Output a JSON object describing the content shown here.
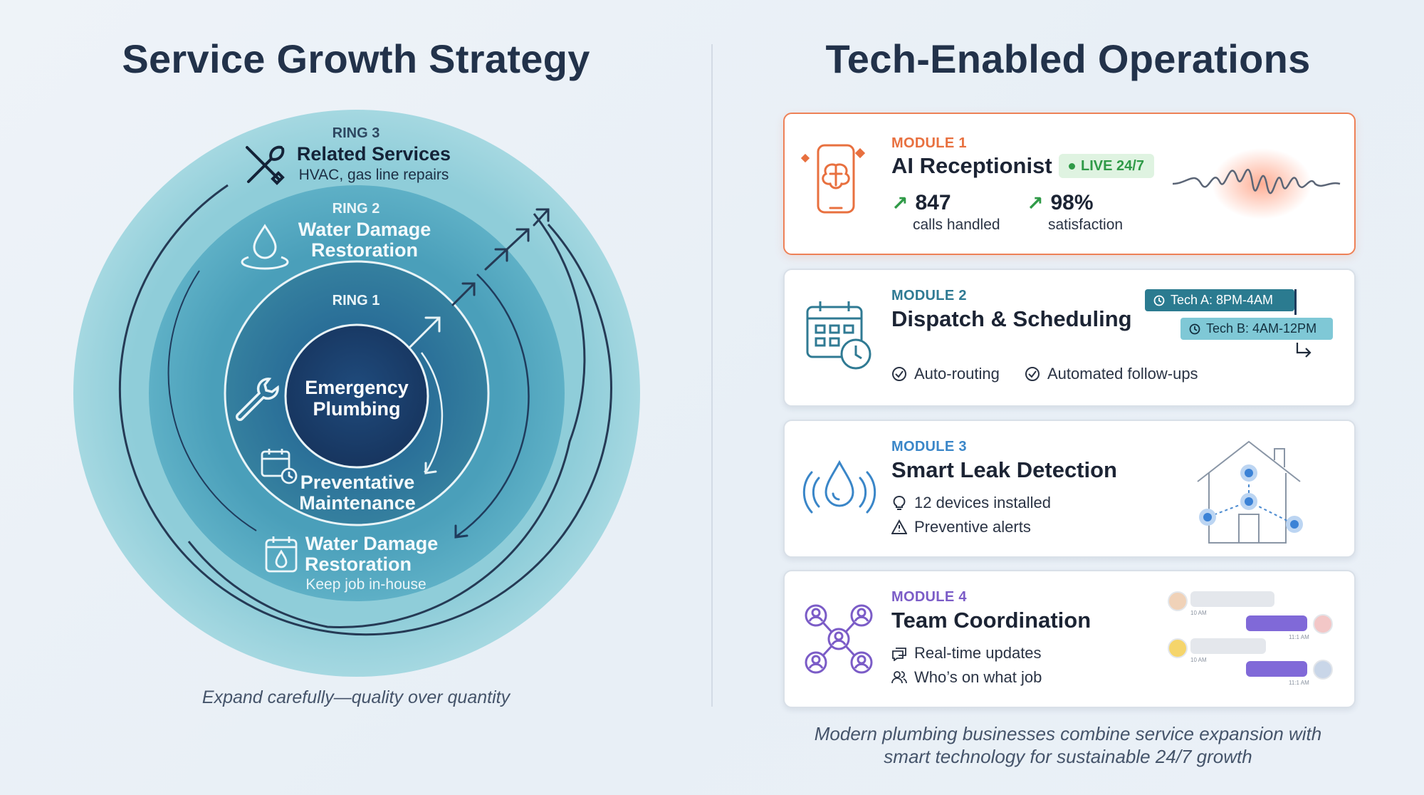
{
  "left": {
    "title": "Service Growth Strategy",
    "caption": "Expand carefully—quality over quantity",
    "rings": {
      "ring3": {
        "tag": "RING 3",
        "title": "Related Services",
        "subtitle": "HVAC, gas line repairs",
        "icon": "tools-icon"
      },
      "ring2": {
        "tag": "RING 2",
        "title_line1": "Water Damage",
        "title_line2": "Restoration",
        "icon": "water-drop-icon"
      },
      "ring1": {
        "tag": "RING 1"
      },
      "core": {
        "line1": "Emergency",
        "line2": "Plumbing"
      },
      "inner_items": [
        {
          "line1": "Preventative",
          "line2": "Maintenance",
          "icon": "calendar-clock-icon"
        },
        {
          "line1": "Water Damage",
          "line2": "Restoration",
          "subtitle": "Keep job in-house",
          "icon": "calendar-drop-icon"
        }
      ]
    }
  },
  "right": {
    "title": "Tech-Enabled Operations",
    "caption_line1": "Modern plumbing businesses combine service expansion with",
    "caption_line2": "smart technology for sustainable 24/7 growth",
    "modules": [
      {
        "label": "MODULE 1",
        "title": "AI Receptionist",
        "badge": "LIVE 24/7",
        "stats": [
          {
            "value": "847",
            "label": "calls handled"
          },
          {
            "value": "98%",
            "label": "satisfaction"
          }
        ],
        "icon": "phone-brain-icon",
        "accent": "#e8703f"
      },
      {
        "label": "MODULE 2",
        "title": "Dispatch & Scheduling",
        "features": [
          "Auto-routing",
          "Automated follow-ups"
        ],
        "shifts": [
          "Tech A: 8PM-4AM",
          "Tech B: 4AM-12PM"
        ],
        "icon": "calendar-clock-icon",
        "accent": "#2f7a93"
      },
      {
        "label": "MODULE 3",
        "title": "Smart Leak Detection",
        "features": [
          "12 devices installed",
          "Preventive alerts"
        ],
        "icon": "water-sensor-icon",
        "accent": "#3a86c8"
      },
      {
        "label": "MODULE 4",
        "title": "Team Coordination",
        "features": [
          "Real-time updates",
          "Who’s on what job"
        ],
        "chat_times": [
          "10 AM",
          "11:1 AM",
          "10 AM",
          "11:1 AM"
        ],
        "icon": "network-people-icon",
        "accent": "#7b5cc7"
      }
    ]
  }
}
